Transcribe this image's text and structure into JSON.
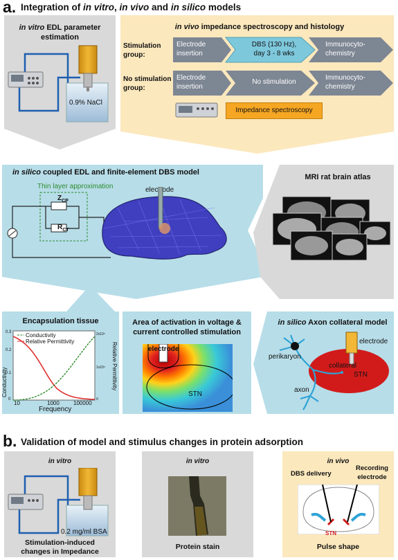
{
  "section_a": {
    "letter": "a.",
    "title_prefix": "Integration of ",
    "title_in_vitro": "in vitro",
    "title_comma": ", ",
    "title_in_vivo": "in vivo",
    "title_and": " and ",
    "title_in_silico": "in silico",
    "title_suffix": " models"
  },
  "panel_edl": {
    "title_italic": "in vitro",
    "title_rest": " EDL parameter",
    "title_line2": "estimation",
    "beaker_label": "0.9% NaCl"
  },
  "panel_invivo": {
    "title_italic": "in vivo",
    "title_rest": " impedance spectroscopy and histology",
    "group1_line1": "Stimulation",
    "group1_line2": "group:",
    "group2_line1": "No stimulation",
    "group2_line2": "group:",
    "electrode_line1": "Electrode",
    "electrode_line2": "insertion",
    "dbs_line1": "DBS (130 Hz),",
    "dbs_line2": "day 3 - 8 wks",
    "no_stim": "No stimulation",
    "immuno_line1": "Immunocyto-",
    "immuno_line2": "chemistry",
    "impedance_spec": "Impedance spectroscopy"
  },
  "panel_silico": {
    "title_italic": "in silico",
    "title_rest": " coupled EDL and finite-element DBS model",
    "thin_layer": "Thin layer approximation",
    "electrode": "electrode",
    "z_label": "Z",
    "z_sub": "CP",
    "r_label": "R",
    "r_sub": "CT"
  },
  "panel_mri": {
    "title": "MRI rat brain atlas"
  },
  "panel_encap": {
    "title": "Encapsulation tissue",
    "legend_cond": "Conductivity",
    "legend_perm": "Relative Permittivity",
    "ylabel_left": "Conductivity",
    "ylabel_right": "Relative Permittivity",
    "xlabel": "Frequency",
    "xticks": [
      "10",
      "1000",
      "100000"
    ],
    "yticks_left": [
      "0.3",
      "0.2",
      "0.1",
      "0"
    ],
    "yticks_right": [
      "2x10⁵",
      "1x10⁵",
      "0"
    ]
  },
  "panel_aoa": {
    "title_line1": "Area of activation in voltage &",
    "title_line2": "current controlled stimulation",
    "electrode": "electrode",
    "stn": "STN"
  },
  "panel_axon": {
    "title_italic": "in silico",
    "title_rest": " Axon collateral model",
    "perikaryon": "perikaryon",
    "collateral": "collateral",
    "electrode": "electrode",
    "stn": "STN",
    "axon": "axon"
  },
  "section_b": {
    "letter": "b.",
    "title": "Validation of model and stimulus changes in protein adsorption"
  },
  "panel_b1": {
    "title": "in vitro",
    "beaker_label": "0.2 mg/ml BSA",
    "caption_line1": "Stimulation-induced",
    "caption_line2": "changes in Impedance"
  },
  "panel_b2": {
    "title": "in vitro",
    "caption": "Protein stain"
  },
  "panel_b3": {
    "title": "in vivo",
    "dbs_line1": "DBS delivery",
    "rec_line1": "Recording",
    "rec_line2": "electrode",
    "stn": "STN",
    "caption": "Pulse shape"
  },
  "colors": {
    "gray_panel": "#d9d9d9",
    "yellow_panel": "#fbe8bd",
    "blue_panel": "#b7dde8",
    "orange_box": "#f5a623",
    "teal_box": "#7ec8dc",
    "slate_arrow": "#7d8693"
  }
}
